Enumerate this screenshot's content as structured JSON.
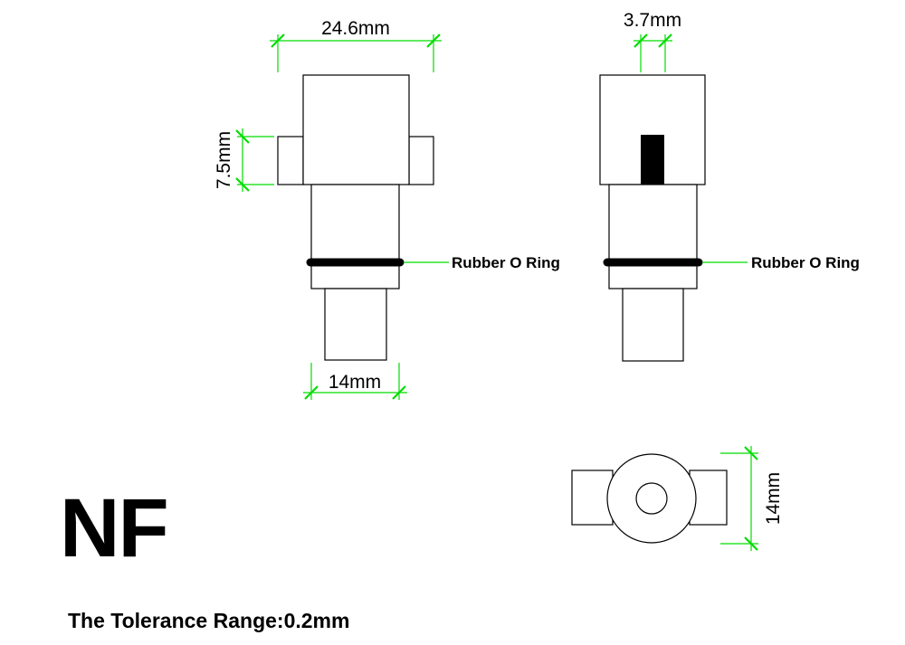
{
  "drawing": {
    "code": "NF",
    "tolerance": "The Tolerance Range:0.2mm",
    "colors": {
      "dimension": "#00dd00",
      "outline": "#000000",
      "oring": "#000000"
    },
    "front_view": {
      "width_label": "24.6mm",
      "height_label": "7.5mm",
      "bottom_label": "14mm",
      "callout": "Rubber O Ring"
    },
    "side_view": {
      "slot_label": "3.7mm",
      "callout": "Rubber O Ring"
    },
    "top_view": {
      "height_label": "14mm"
    }
  }
}
